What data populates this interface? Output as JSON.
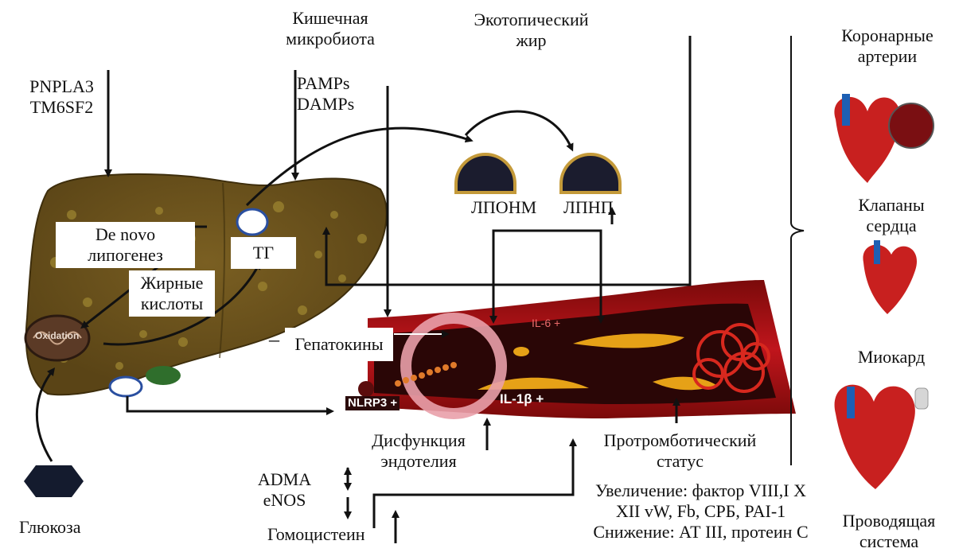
{
  "top": {
    "genes": [
      "PNPLA3",
      "TM6SF2"
    ],
    "microbiota": [
      "Кишечная",
      "микробиота"
    ],
    "ectopic_fat": [
      "Экотопический",
      "жир"
    ],
    "pamps": [
      "PAMPs",
      "DAMPs"
    ]
  },
  "liver": {
    "de_novo": [
      "De novo",
      "липогенез"
    ],
    "tg": "ТГ",
    "fatty_acids": [
      "Жирные",
      "кислоты"
    ],
    "oxidation": "Oxidation",
    "hepatokines": "Гепатокины",
    "hepatokines_sign": "–"
  },
  "lipoproteins": {
    "vldl": "ЛПОНМ",
    "ldl": "ЛПНП"
  },
  "vessel": {
    "il6": "IL-6 +",
    "il1b": "IL-1β +",
    "nlrp3": "NLRP3 +"
  },
  "bottom": {
    "glucose": "Глюкоза",
    "endothelial": [
      "Дисфункция",
      "эндотелия"
    ],
    "prothrombotic": [
      "Протромботический",
      "статус"
    ],
    "adma": [
      "ADMA",
      "eNOS"
    ],
    "homocysteine": "Гомоцистеин",
    "changes": [
      "Увеличение: фактор VIII,I X",
      "XII vW, Fb, СРБ, PAI-1",
      "Снижение: АТ III, протеин С"
    ]
  },
  "targets": {
    "coronary": [
      "Коронарные",
      "артерии"
    ],
    "valves": [
      "Клапаны",
      "сердца"
    ],
    "myocardium": "Миокард",
    "conduction": [
      "Проводящая",
      "система"
    ]
  }
}
